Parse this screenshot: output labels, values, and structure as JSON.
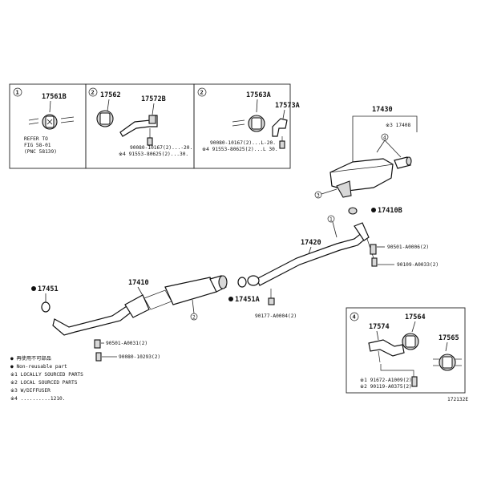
{
  "insets": {
    "one": {
      "num": "1",
      "part": "17561B",
      "note1": "REFER TO",
      "note2": "FIG 58-01",
      "note3": "(PNC 58139)"
    },
    "two": {
      "num": "2",
      "part_a": "17562",
      "part_b": "17572B",
      "bolt1": "90080-10167(2)...-20.",
      "bolt2": "※4 91553-80625(2)...30."
    },
    "three": {
      "num": "2",
      "part_a": "17563A",
      "part_b": "17573A",
      "bolt1": "90080-10167(2)...L-20.",
      "bolt2": "※4 91553-80625(2)...L 30."
    },
    "four": {
      "num": "4",
      "part_a": "17574",
      "part_b": "17564",
      "part_c": "17565",
      "bolt1": "※1 91672-A1009(2)",
      "bolt2": "※2 90119-A0375(2)"
    }
  },
  "parts": {
    "muffler": "17430",
    "tail": "※3 17408",
    "gasket_a": "17410B",
    "center_pipe": "17420",
    "bolt_a": "90501-A0006(2)",
    "bolt_b": "90109-A0033(2)",
    "front_pipe": "17410",
    "gasket_b": "17451A",
    "bolt_c": "90177-A0004(2)",
    "gasket_c": "17451",
    "bolt_d": "90501-A0031(2)",
    "bolt_e": "90080-10293(2)"
  },
  "callouts": {
    "c4a": "4",
    "c3": "3",
    "c1": "1",
    "c2": "2",
    "c4b": "4"
  },
  "legend": {
    "l1": "● 再使用不可部品",
    "l2": "● Non-reusable part",
    "l3": "※1 LOCALLY SOURCED PARTS",
    "l4": "※2 LOCAL SOURCED PARTS",
    "l5": "※3 W/DIFFUSER",
    "l6": "※4 ..........1210."
  },
  "footer_code": "172132E"
}
